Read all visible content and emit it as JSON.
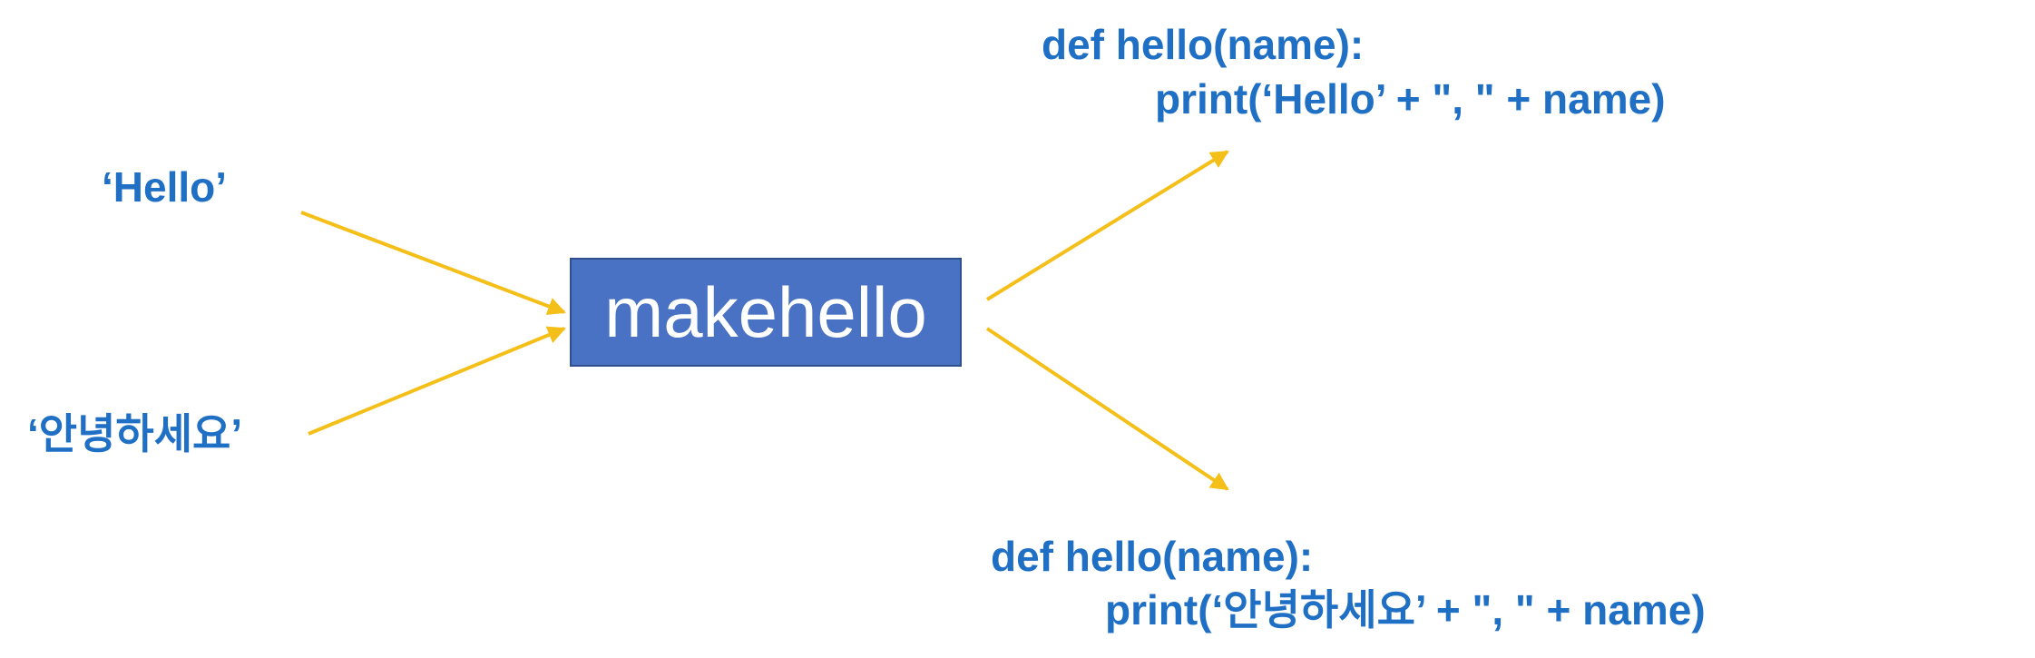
{
  "inputs": {
    "hello": "‘Hello’",
    "annyeong": "‘안녕하세요’"
  },
  "function_box": {
    "label": "makehello"
  },
  "outputs": {
    "english": {
      "line1": "def hello(name):",
      "line2": "print(‘Hello’ + \", \" + name)"
    },
    "korean": {
      "line1": "def hello(name):",
      "line2": "print(‘안녕하세요’ + \", \" + name)"
    }
  },
  "colors": {
    "text": "#1f6fc5",
    "arrow": "#f5bf1a",
    "box_fill": "#4a72c4",
    "box_text": "#ffffff"
  }
}
